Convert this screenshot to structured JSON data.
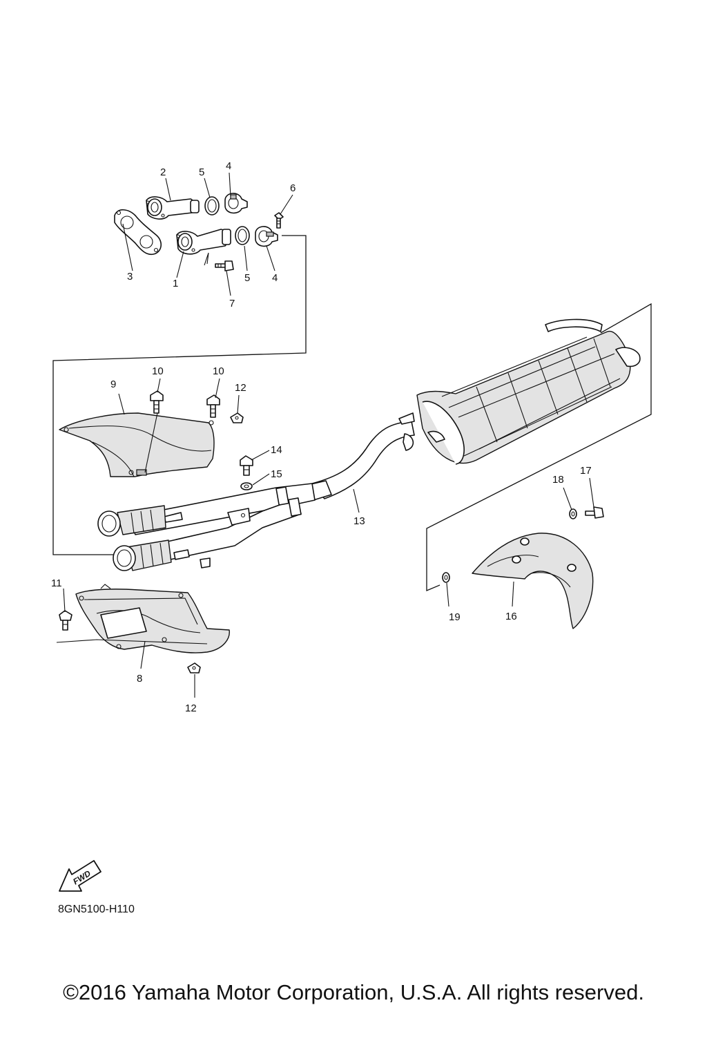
{
  "diagram": {
    "code": "8GN5100-H110",
    "copyright": "©2016 Yamaha Motor Corporation, U.S.A. All rights reserved.",
    "fwd_label": "FWD"
  },
  "callouts": {
    "c1": "1",
    "c2": "2",
    "c3": "3",
    "c4a": "4",
    "c4b": "4",
    "c5a": "5",
    "c5b": "5",
    "c6": "6",
    "c7": "7",
    "c8": "8",
    "c9": "9",
    "c10a": "10",
    "c10b": "10",
    "c11": "11",
    "c12a": "12",
    "c12b": "12",
    "c13": "13",
    "c14": "14",
    "c15": "15",
    "c16": "16",
    "c17": "17",
    "c18": "18",
    "c19": "19"
  }
}
